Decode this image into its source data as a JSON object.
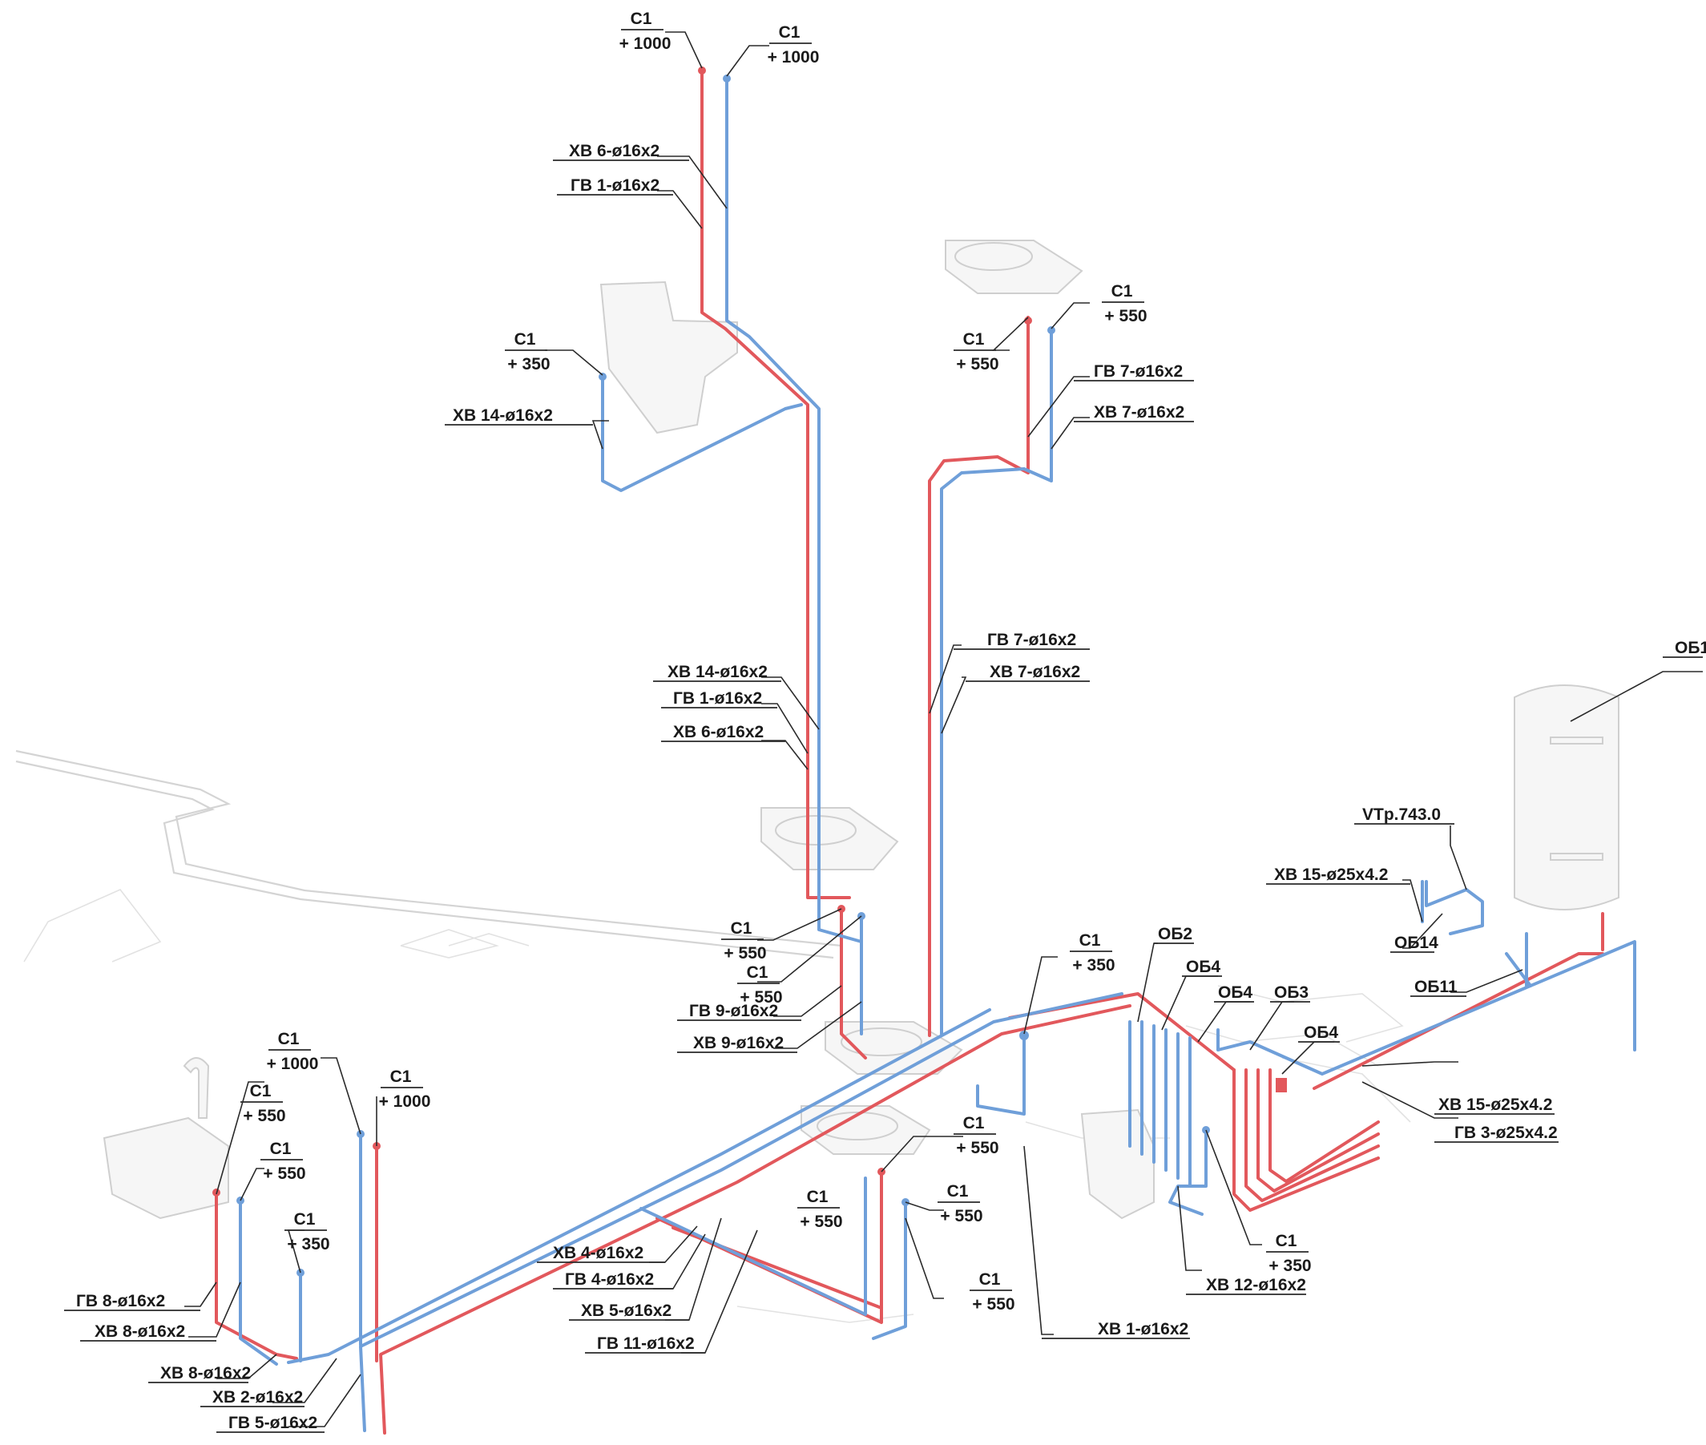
{
  "drawing": {
    "elevation_marks": [
      {
        "code": "С1",
        "value": "+ 1000"
      },
      {
        "code": "С1",
        "value": "+ 1000"
      },
      {
        "code": "С1",
        "value": "+ 350"
      },
      {
        "code": "С1",
        "value": "+ 550"
      },
      {
        "code": "С1",
        "value": "+ 550"
      },
      {
        "code": "С1",
        "value": "+ 550"
      },
      {
        "code": "С1",
        "value": "+ 550"
      },
      {
        "code": "С1",
        "value": "+ 350"
      },
      {
        "code": "С1",
        "value": "+ 1000"
      },
      {
        "code": "С1",
        "value": "+ 550"
      },
      {
        "code": "С1",
        "value": "+ 550"
      },
      {
        "code": "С1",
        "value": "+ 350"
      },
      {
        "code": "С1",
        "value": "+ 1000"
      },
      {
        "code": "С1",
        "value": "+ 550"
      },
      {
        "code": "С1",
        "value": "+ 550"
      },
      {
        "code": "С1",
        "value": "+ 550"
      },
      {
        "code": "С1",
        "value": "+ 550"
      },
      {
        "code": "С1",
        "value": "+ 350"
      }
    ],
    "pipe_labels": [
      "ХВ 6-ø16x2",
      "ГВ 1-ø16x2",
      "ХВ 14-ø16x2",
      "ГВ 7-ø16x2",
      "ХВ 7-ø16x2",
      "ХВ 14-ø16x2",
      "ГВ 1-ø16x2",
      "ХВ 6-ø16x2",
      "ГВ 7-ø16x2",
      "ХВ 7-ø16x2",
      "ГВ 9-ø16x2",
      "ХВ 9-ø16x2",
      "ХВ 4-ø16x2",
      "ГВ 4-ø16x2",
      "ХВ 5-ø16x2",
      "ГВ 11-ø16x2",
      "ГВ 8-ø16x2",
      "ХВ 8-ø16x2",
      "ХВ 8-ø16x2",
      "ХВ 2-ø16x2",
      "ГВ 5-ø16x2",
      "ХВ 1-ø16x2",
      "ХВ 12-ø16x2",
      "ХВ 15-ø25x4.2",
      "ГВ 3-ø25x4.2",
      "ХВ 15-ø25x4.2"
    ],
    "equipment_labels": [
      "ОБ1",
      "VTp.743.0",
      "ОБ14",
      "ОБ11",
      "ОБ2",
      "ОБ4",
      "ОБ4",
      "ОБ3",
      "ОБ4"
    ],
    "colors": {
      "hot_water": "#e2585c",
      "cold_water": "#6f9fd9",
      "ghost": "#d4d4d4",
      "text": "#1a1a1a"
    }
  }
}
